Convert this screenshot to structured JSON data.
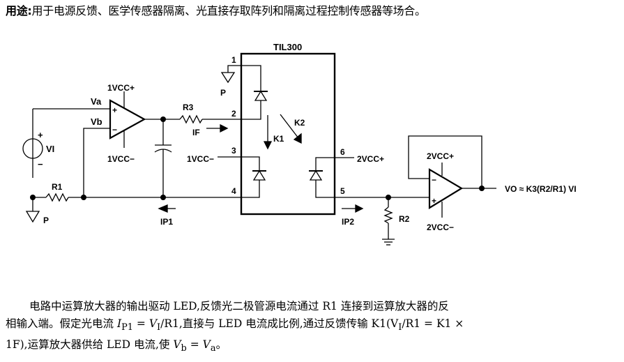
{
  "usage": {
    "label": "用途:",
    "text": "用于电源反馈、医学传感器隔离、光直接存取阵列和隔离过程控制传感器等场合。"
  },
  "circuit": {
    "ic_name": "TIL300",
    "labels": {
      "va": "Va",
      "vb": "Vb",
      "vi": "VI",
      "opamp1_vcc_plus": "1VCC+",
      "opamp1_vcc_minus": "1VCC−",
      "r1": "R1",
      "r2": "R2",
      "r3": "R3",
      "p_ground_left": "P",
      "p_ground_pin1": "P",
      "if": "IF",
      "ip1": "IP1",
      "ip2": "IP2",
      "k1": "K1",
      "k2": "K2",
      "pin3_supply": "1VCC−",
      "pin6_supply": "2VCC+",
      "opamp2_vcc_plus": "2VCC+",
      "opamp2_vcc_minus": "2VCC−",
      "output_formula": "VO ≈ K3(R2/R1) VI",
      "plus": "+",
      "minus": "−"
    },
    "pins": [
      "1",
      "2",
      "3",
      "4",
      "5",
      "6"
    ]
  },
  "description": {
    "line1": "电路中运算放大器的输出驱动 LED,反馈光二极管源电流通过 R1 连接到运算放大器的反",
    "line2a": "相输入端。假定光电流 ",
    "line2_ip1": "I",
    "line2_ip1_sub": "P1",
    "line2b": " = ",
    "line2_v": "V",
    "line2_v_sub": "I",
    "line2c": "/R1,直接与 LED 电流成比例,通过反馈传输 K1(V",
    "line2_sub2": "I",
    "line2d": "/R1 = K1 ×",
    "line3a": "1F),运算放大器供给 LED 电流,使 ",
    "line3_vb": "V",
    "line3_vb_sub": "b",
    "line3b": " = ",
    "line3_va": "V",
    "line3_va_sub": "a",
    "line3c": "。"
  }
}
